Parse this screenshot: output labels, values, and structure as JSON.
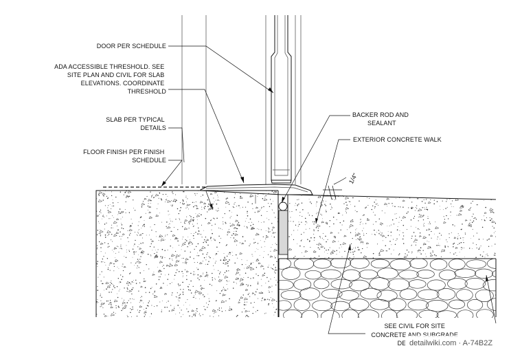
{
  "labels": {
    "door": [
      "DOOR PER SCHEDULE"
    ],
    "threshold": [
      "ADA ACCESSIBLE THRESHOLD. SEE",
      "SITE PLAN AND CIVIL FOR  SLAB",
      "ELEVATIONS. COORDINATE",
      "THRESHOLD"
    ],
    "slab": [
      "SLAB PER TYPICAL",
      "DETAILS"
    ],
    "floor_finish": [
      "FLOOR FINISH PER FINISH",
      "SCHEDULE"
    ],
    "backer_rod": [
      "BACKER ROD AND",
      "SEALANT"
    ],
    "walk": [
      "EXTERIOR CONCRETE WALK"
    ],
    "dimension": "1/4\"",
    "civil": [
      "SEE CIVIL FOR  SITE",
      "CONCRETE AND SUBGRADE",
      "DE"
    ]
  },
  "watermark": "detailwiki.com · A-74B2Z",
  "colors": {
    "line": "#111111",
    "sealant": "#d8d8d8",
    "background": "#ffffff"
  }
}
